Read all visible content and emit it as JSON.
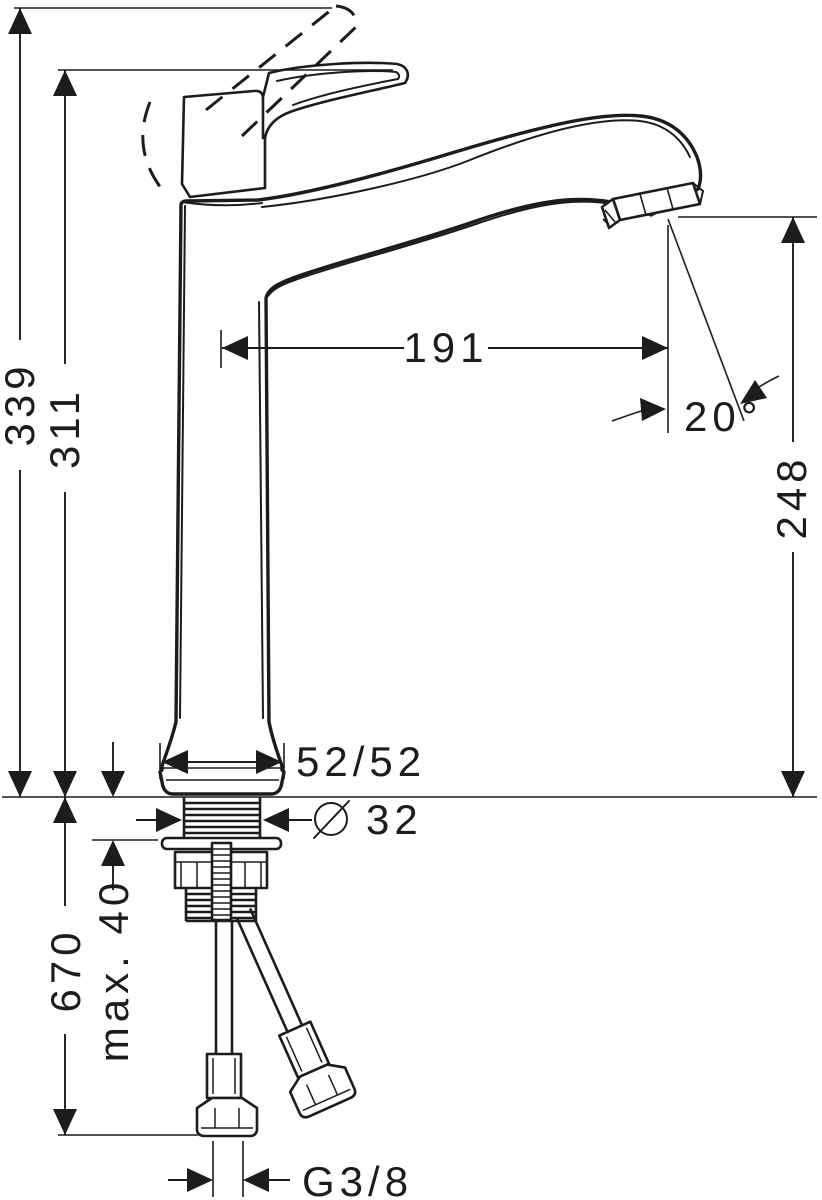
{
  "page": {
    "background": "#ffffff",
    "line_color": "#1c1c1c"
  },
  "dimensions": {
    "total_height": "339",
    "spout_height": "311",
    "spout_reach": "191",
    "spout_angle": "20°",
    "outlet_height": "248",
    "base_size": "52/52",
    "diameter_symbol": "⌀",
    "hole_diameter": "32",
    "max_counter_thickness": "max. 40",
    "hose_length": "670",
    "connection_thread": "G3/8"
  }
}
